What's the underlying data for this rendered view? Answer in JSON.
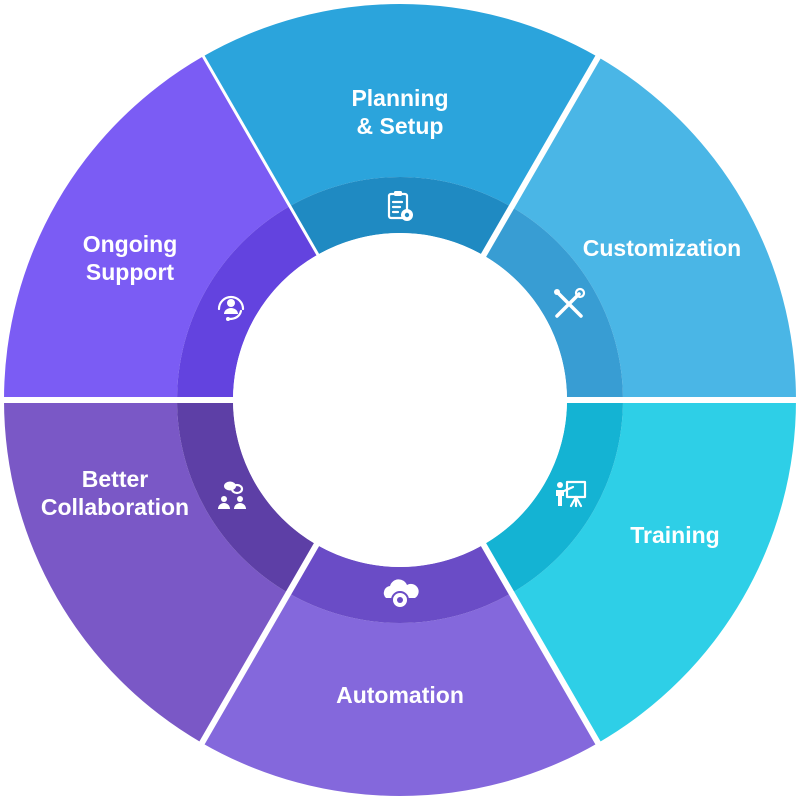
{
  "diagram": {
    "title": "Implementation cycle",
    "segments": [
      {
        "id": "planning",
        "lines": [
          "Planning",
          "& Setup"
        ],
        "icon": "clipboard-gear-icon",
        "outer": "#2BA4DC",
        "inner": "#1F8AC2"
      },
      {
        "id": "customization",
        "lines": [
          "Customization"
        ],
        "icon": "tools-icon",
        "outer": "#4AB6E6",
        "inner": "#389DD3"
      },
      {
        "id": "training",
        "lines": [
          "Training"
        ],
        "icon": "presentation-icon",
        "outer": "#2ECFE7",
        "inner": "#14B3D3"
      },
      {
        "id": "automation",
        "lines": [
          "Automation"
        ],
        "icon": "cloud-gear-icon",
        "outer": "#8468DC",
        "inner": "#6A4CC6"
      },
      {
        "id": "collaboration",
        "lines": [
          "Better",
          "Collaboration"
        ],
        "icon": "team-chat-icon",
        "outer": "#7A58C6",
        "inner": "#5D3FA6"
      },
      {
        "id": "support",
        "lines": [
          "Ongoing",
          "Support"
        ],
        "icon": "headset-icon",
        "outer": "#7B5CF4",
        "inner": "#6343DF"
      }
    ]
  }
}
